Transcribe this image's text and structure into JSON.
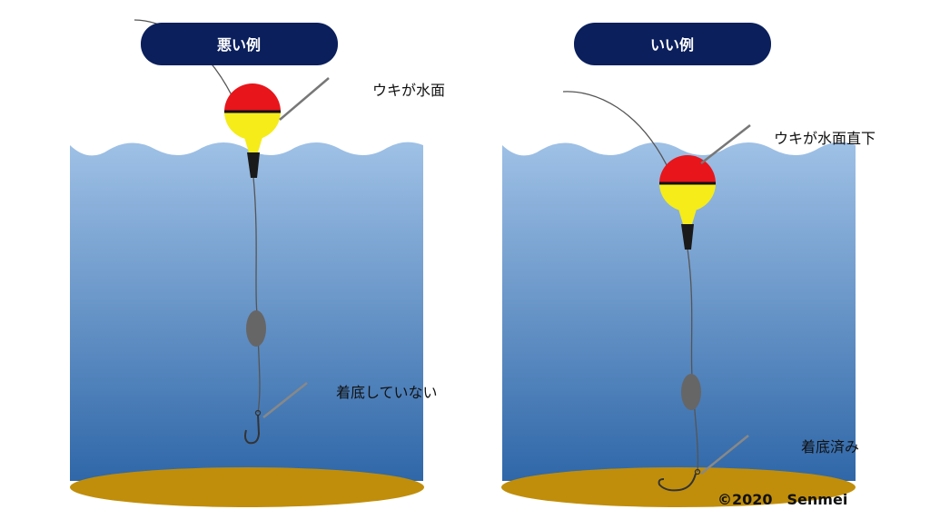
{
  "colors": {
    "badge": "#0a1f5c",
    "badge_text": "#ffffff",
    "water_top": "#9fc1e6",
    "water_bottom": "#2f67a8",
    "bottom": "#c08e0a",
    "float_top": "#e8151b",
    "float_bottom": "#f5ec1a",
    "line": "#555555",
    "sinker": "#666666",
    "text": "#111111"
  },
  "left_panel": {
    "badge": "悪い例",
    "float_label": "ウキが水面",
    "hook_label": "着底していない"
  },
  "right_panel": {
    "badge": "いい例",
    "float_label": "ウキが水面直下",
    "hook_label": "着底済み"
  },
  "copyright": "©2020　Senmei"
}
